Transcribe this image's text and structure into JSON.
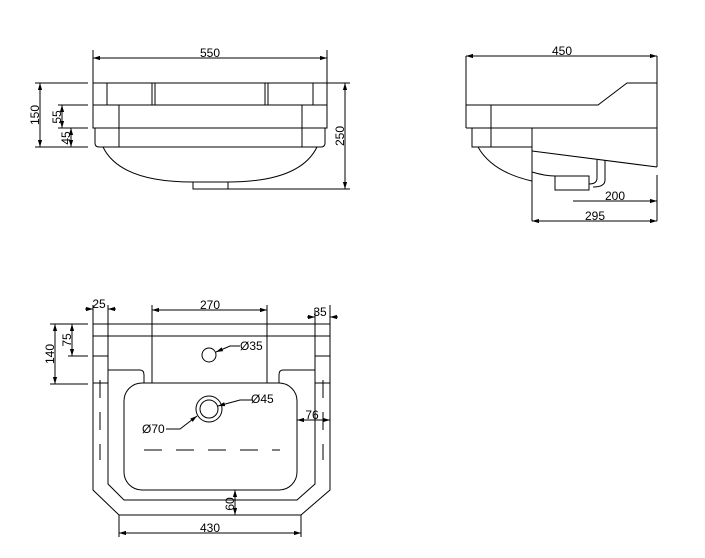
{
  "drawing": {
    "front_view": {
      "width": "550",
      "height_total": "250",
      "height_body": "150",
      "band_upper": "55",
      "band_lower": "45"
    },
    "side_view": {
      "depth": "450",
      "waste_offset": "200",
      "bowl_projection": "295"
    },
    "top_view": {
      "tap_panel_width": "270",
      "left_rim": "25",
      "right_rim": "35",
      "rear_depth": "140",
      "tap_offset": "75",
      "tap_hole": "Ø35",
      "waste_inner": "Ø45",
      "waste_outer": "Ø70",
      "side_wall": "76",
      "front_wall": "60",
      "front_width": "430"
    },
    "line_color": "#000000",
    "background": "#ffffff"
  }
}
